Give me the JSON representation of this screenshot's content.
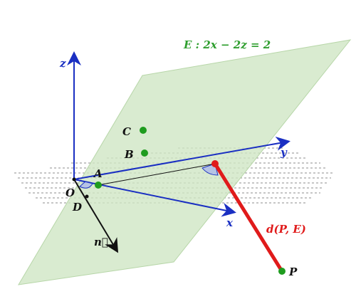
{
  "plane": {
    "equation": "E : 2x − 2z = 2",
    "fill": "#cfe6c4",
    "edge": "#b7d6a8"
  },
  "axes": {
    "x": "x",
    "y": "y",
    "z": "z",
    "color": "#1a2fc2"
  },
  "points": {
    "C": "C",
    "B": "B",
    "A": "A",
    "O": "O",
    "D": "D",
    "P": "P",
    "color": "#1f9c1f"
  },
  "normal": {
    "label": "n⃗",
    "color": "#111111"
  },
  "distance": {
    "label": "d(P, E)",
    "color": "#e01b1b"
  }
}
